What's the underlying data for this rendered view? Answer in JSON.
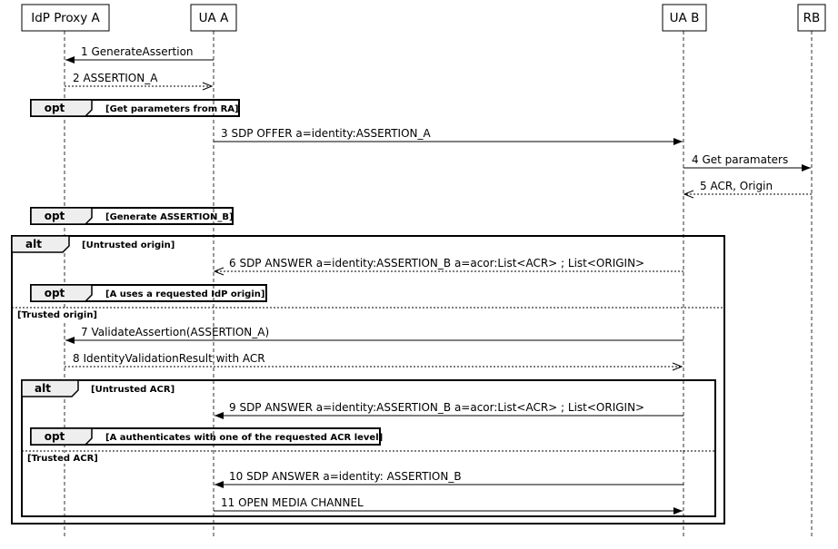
{
  "participants": [
    {
      "id": "idp",
      "label": "IdP Proxy A"
    },
    {
      "id": "uaa",
      "label": "UA A"
    },
    {
      "id": "uab",
      "label": "UA B"
    },
    {
      "id": "rb",
      "label": "RB"
    }
  ],
  "messages": [
    {
      "n": "1",
      "text": "1 GenerateAssertion",
      "from": "uaa",
      "to": "idp",
      "style": "solid"
    },
    {
      "n": "2",
      "text": "2 ASSERTION_A",
      "from": "idp",
      "to": "uaa",
      "style": "dashed"
    },
    {
      "n": "3",
      "text": "3 SDP OFFER a=identity:ASSERTION_A",
      "from": "uaa",
      "to": "uab",
      "style": "solid"
    },
    {
      "n": "4",
      "text": "4 Get paramaters",
      "from": "uab",
      "to": "rb",
      "style": "solid"
    },
    {
      "n": "5",
      "text": "5 ACR, Origin",
      "from": "rb",
      "to": "uab",
      "style": "dashed"
    },
    {
      "n": "6",
      "text": "6 SDP ANSWER a=identity:ASSERTION_B a=acor:List<ACR> ; List<ORIGIN>",
      "from": "uab",
      "to": "uaa",
      "style": "dashed"
    },
    {
      "n": "7",
      "text": "7 ValidateAssertion(ASSERTION_A)",
      "from": "uab",
      "to": "idp",
      "style": "solid"
    },
    {
      "n": "8",
      "text": "8 IdentityValidationResult with ACR",
      "from": "idp",
      "to": "uab",
      "style": "dashed"
    },
    {
      "n": "9",
      "text": "9 SDP ANSWER a=identity:ASSERTION_B a=acor:List<ACR> ; List<ORIGIN>",
      "from": "uab",
      "to": "uaa",
      "style": "solid"
    },
    {
      "n": "10",
      "text": "10 SDP ANSWER a=identity: ASSERTION_B",
      "from": "uab",
      "to": "uaa",
      "style": "solid"
    },
    {
      "n": "11",
      "text": "11 OPEN MEDIA CHANNEL",
      "from": "uaa",
      "to": "uab",
      "style": "solid"
    }
  ],
  "fragments": [
    {
      "key": "opt1",
      "operator": "opt",
      "guard": "[Get parameters from RA]"
    },
    {
      "key": "opt2",
      "operator": "opt",
      "guard": "[Generate ASSERTION_B]"
    },
    {
      "key": "alt1",
      "operator": "alt",
      "guard": "[Untrusted origin]",
      "else_guard": "[Trusted origin]"
    },
    {
      "key": "opt3",
      "operator": "opt",
      "guard": "[A uses a requested IdP origin]"
    },
    {
      "key": "alt2",
      "operator": "alt",
      "guard": "[Untrusted ACR]",
      "else_guard": "[Trusted ACR]"
    },
    {
      "key": "opt4",
      "operator": "opt",
      "guard": "[A authenticates with one of the requested ACR level]"
    }
  ]
}
